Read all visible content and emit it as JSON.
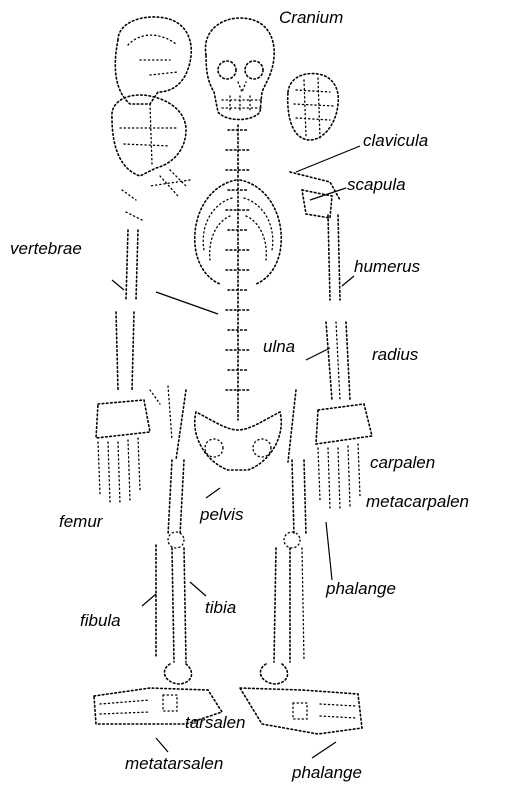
{
  "labels": {
    "cranium": "Cranium",
    "clavicula": "clavicula",
    "scapula": "scapula",
    "vertebrae": "vertebrae",
    "humerus": "humerus",
    "ulna": "ulna",
    "radius": "radius",
    "carpalen": "carpalen",
    "metacarpalen": "metacarpalen",
    "femur": "femur",
    "pelvis": "pelvis",
    "phalange_hand": "phalange",
    "fibula": "fibula",
    "tibia": "tibia",
    "tarsalen": "tarsalen",
    "metatarsalen": "metatarsalen",
    "phalange_foot": "phalange"
  },
  "colors": {
    "ink": "#000000",
    "background": "#ffffff"
  }
}
